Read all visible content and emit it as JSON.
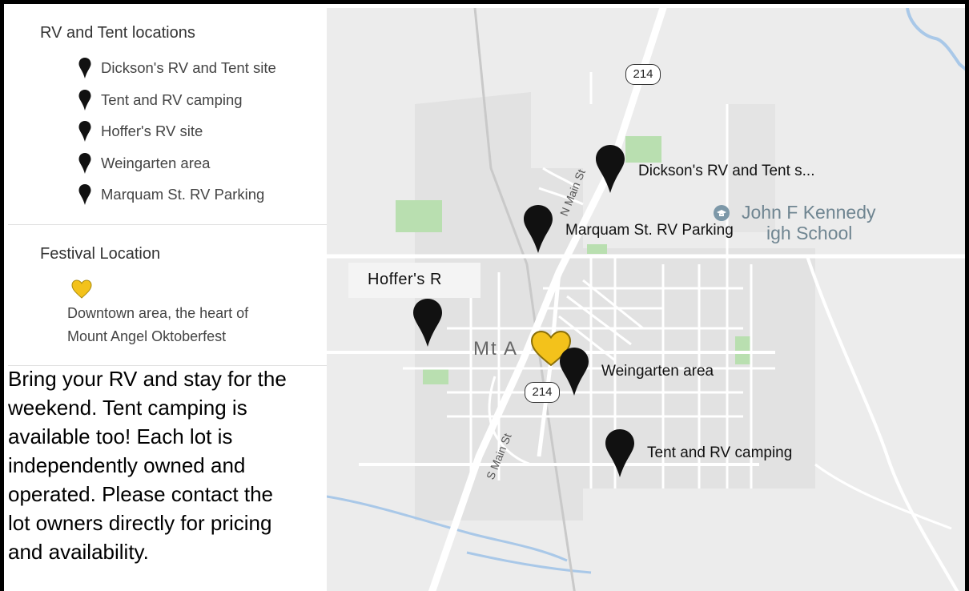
{
  "legend": {
    "rv_heading": "RV and Tent locations",
    "rv_items": [
      "Dickson's RV and Tent site",
      "Tent and RV camping",
      "Hoffer's RV site",
      "Weingarten area",
      "Marquam St. RV Parking"
    ],
    "festival_heading": "Festival Location",
    "festival_desc_line1": "Downtown area, the heart of",
    "festival_desc_line2": "Mount Angel Oktoberfest"
  },
  "info": {
    "line1": "Bring your RV and stay for the",
    "line2": "weekend.  Tent camping is",
    "line3": "available too!  Each lot is",
    "line4": "independently owned and",
    "line5": "operated.  Please contact the",
    "line6": "lot owners directly for pricing",
    "line7": "and availability."
  },
  "map": {
    "markers": {
      "dickson": "Dickson's RV and Tent s...",
      "marquam": "Marquam St. RV Parking",
      "hoffer": "Hoffer's R",
      "weingarten": "Weingarten area",
      "tent": "Tent and RV camping"
    },
    "town_label": "Mt A",
    "school_line1": "John F Kennedy",
    "school_line2": "igh School",
    "highway_north": "214",
    "highway_south": "214",
    "street_n_main": "N Main St",
    "street_s_main": "S Main St"
  },
  "colors": {
    "pin": "#111111",
    "heart": "#f3c21b",
    "park": "#b9dfb0",
    "water": "#a9c8e8"
  }
}
